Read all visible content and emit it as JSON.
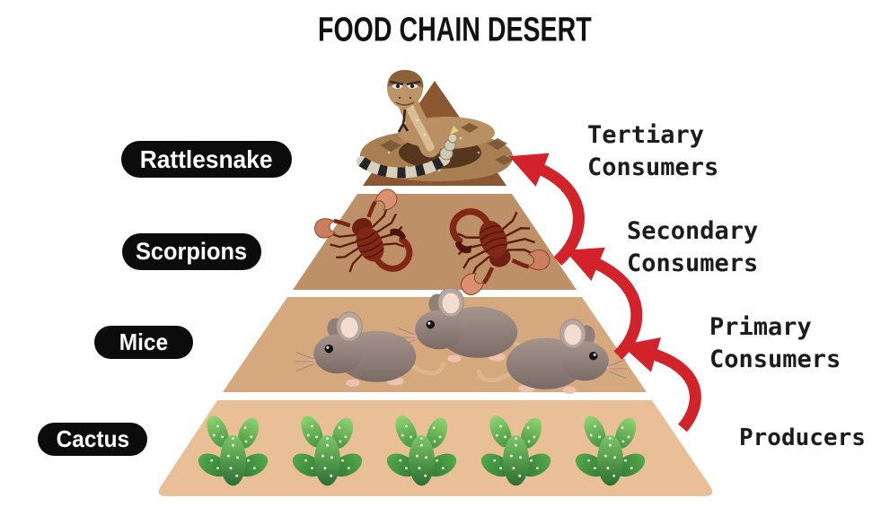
{
  "title": "FOOD CHAIN DESERT",
  "levels": [
    {
      "name": "Rattlesnake",
      "trophic_role": "Tertiary\nConsumers",
      "organism": "rattlesnake",
      "organism_count": 1,
      "layer_color": "#8a5731"
    },
    {
      "name": "Scorpions",
      "trophic_role": "Secondary\nConsumers",
      "organism": "scorpion",
      "organism_count": 2,
      "layer_color": "#bd9067"
    },
    {
      "name": "Mice",
      "trophic_role": "Primary\nConsumers",
      "organism": "mouse",
      "organism_count": 3,
      "layer_color": "#d5a87d"
    },
    {
      "name": "Cactus",
      "trophic_role": "Producers",
      "organism": "cactus",
      "organism_count": 5,
      "layer_color": "#e9bf97"
    }
  ],
  "colors": {
    "background": "#ffffff",
    "arrow_red": "#d2232b",
    "label_pill_background": "#0c0c0c",
    "label_pill_text": "#ffffff",
    "title_text": "#111111",
    "role_label_text": "#1c1c1c"
  }
}
